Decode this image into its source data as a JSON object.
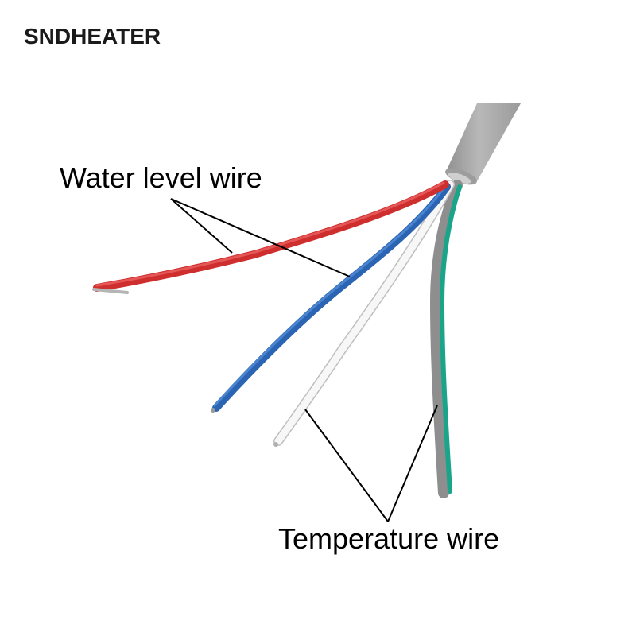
{
  "brand": {
    "text": "SNDHEATER"
  },
  "labels": {
    "water_level": "Water level wire",
    "temperature": "Temperature wire"
  },
  "colors": {
    "sheath": "#a8a8a8",
    "red_wire": "#d93434",
    "blue_wire": "#2f6fc1",
    "white_wire": "#f4f4f4",
    "green_wire": "#1aa58a",
    "gray_wire": "#8c8c8c",
    "pointer": "#000000"
  },
  "wires": [
    {
      "name": "red",
      "group": "water_level"
    },
    {
      "name": "blue",
      "group": "water_level"
    },
    {
      "name": "white",
      "group": "temperature"
    },
    {
      "name": "green-gray",
      "group": "temperature"
    }
  ]
}
